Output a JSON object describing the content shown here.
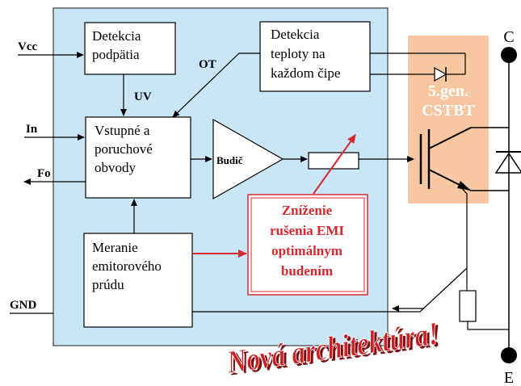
{
  "pins": {
    "vcc": "Vcc",
    "in": "In",
    "fo": "Fo",
    "gnd": "GND",
    "collector": "C",
    "emitter": "E"
  },
  "blocks": {
    "undervoltage": [
      "Detekcia",
      "podpätia"
    ],
    "temperature": [
      "Detekcia",
      "teploty na",
      "každom čipe"
    ],
    "input_fault": [
      "Vstupné a",
      "poruchové",
      "obvody"
    ],
    "driver": "Budič",
    "emitter_current": [
      "Meranie",
      "emitorového",
      "prúdu"
    ]
  },
  "signals": {
    "uv": "UV",
    "ot": "OT"
  },
  "igbt_label": [
    "5.gen.",
    "CSTBT"
  ],
  "callout": [
    "Zníženie",
    "rušenia EMI",
    "optimálnym",
    "budením"
  ],
  "banner": "Nová architektúra!",
  "colors": {
    "chip_fill": "#c9e6f7",
    "igbt_fill": "#f6c7a0",
    "callout_red": "#d6282e",
    "banner_red": "#cc1f24",
    "line": "#000000"
  }
}
